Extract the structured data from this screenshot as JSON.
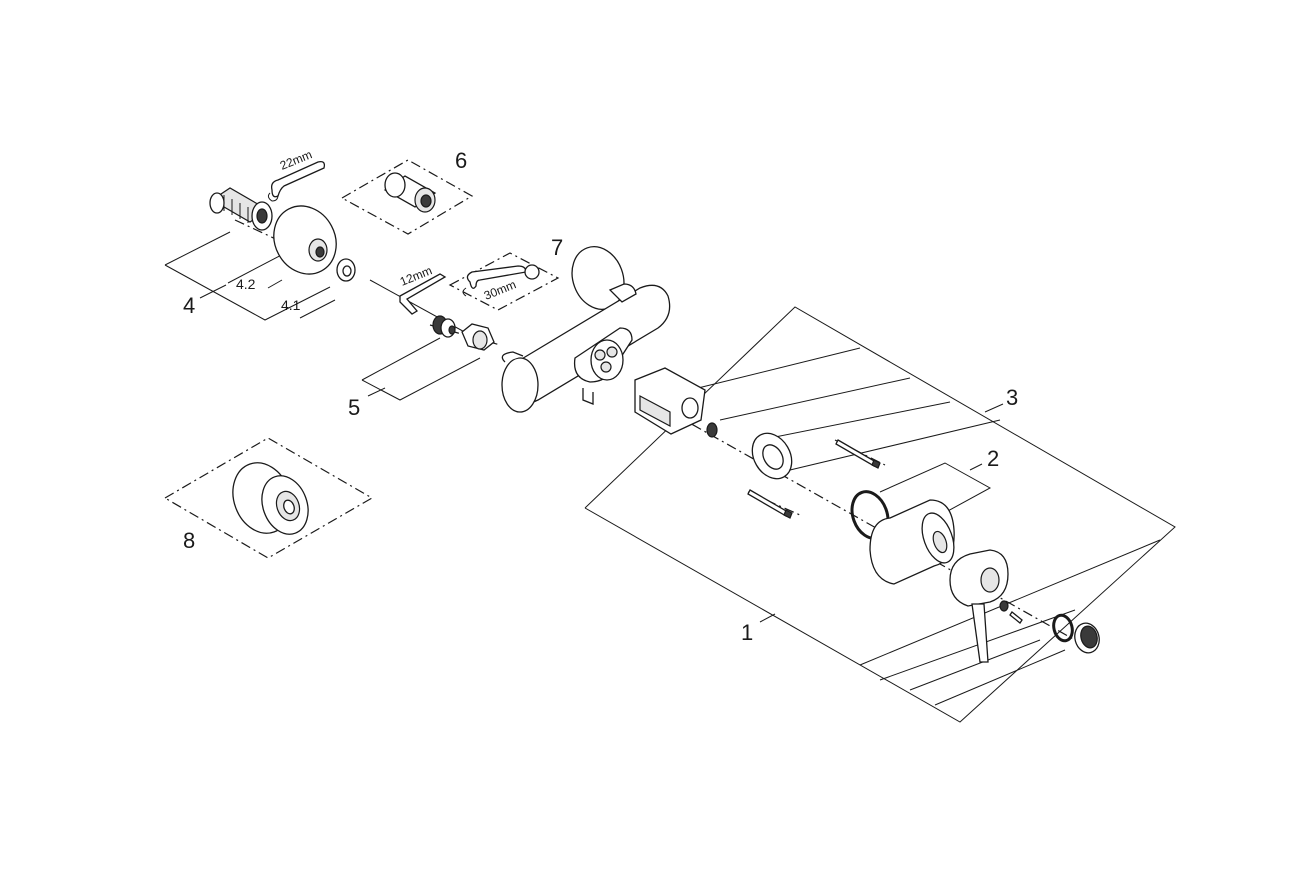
{
  "callouts": {
    "c1": "1",
    "c2": "2",
    "c3": "3",
    "c4": "4",
    "c4_1": "4.1",
    "c4_2": "4.2",
    "c5": "5",
    "c6": "6",
    "c7": "7",
    "c8": "8"
  },
  "tools": {
    "wrench_22": "22mm",
    "hex_key_12": "12mm",
    "wrench_30": "30mm"
  }
}
